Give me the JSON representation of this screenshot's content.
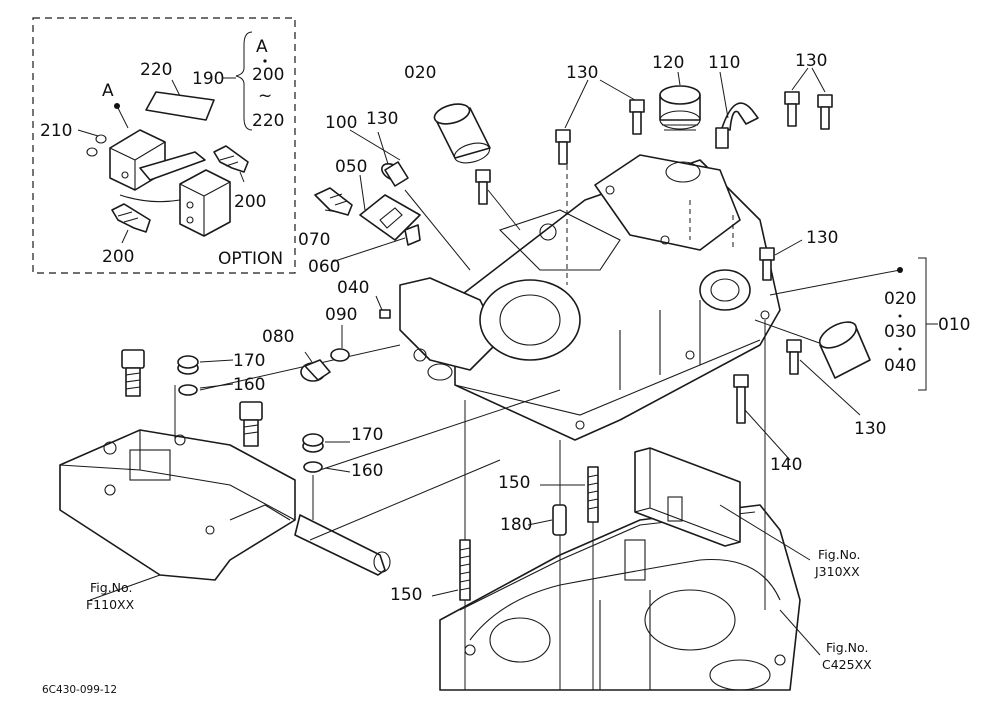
{
  "labels": {
    "p010": "010",
    "p020a": "020",
    "p020b": "020",
    "p030": "030",
    "p040a": "040",
    "p040b": "040",
    "p050": "050",
    "p060": "060",
    "p070": "070",
    "p080": "080",
    "p090": "090",
    "p100": "100",
    "p110": "110",
    "p120": "120",
    "p130a": "130",
    "p130b": "130",
    "p130c": "130",
    "p130d": "130",
    "p130e": "130",
    "p140": "140",
    "p150a": "150",
    "p150b": "150",
    "p160a": "160",
    "p160b": "160",
    "p170a": "170",
    "p170b": "170",
    "p180": "180",
    "p190": "190",
    "p200a": "200",
    "p200b": "200",
    "p210": "210",
    "p220": "220"
  },
  "option_box": {
    "marker": "A",
    "bracket": [
      "A",
      "200",
      "~",
      "220"
    ],
    "caption": "OPTION"
  },
  "fig_refs": [
    {
      "line1": "Fig.No.",
      "line2": "F110XX"
    },
    {
      "line1": "Fig.No.",
      "line2": "J310XX"
    },
    {
      "line1": "Fig.No.",
      "line2": "C425XX"
    }
  ],
  "drawing_code": "6C430-099-12",
  "colors": {
    "ink": "#1a1a1a",
    "paper": "#ffffff"
  }
}
